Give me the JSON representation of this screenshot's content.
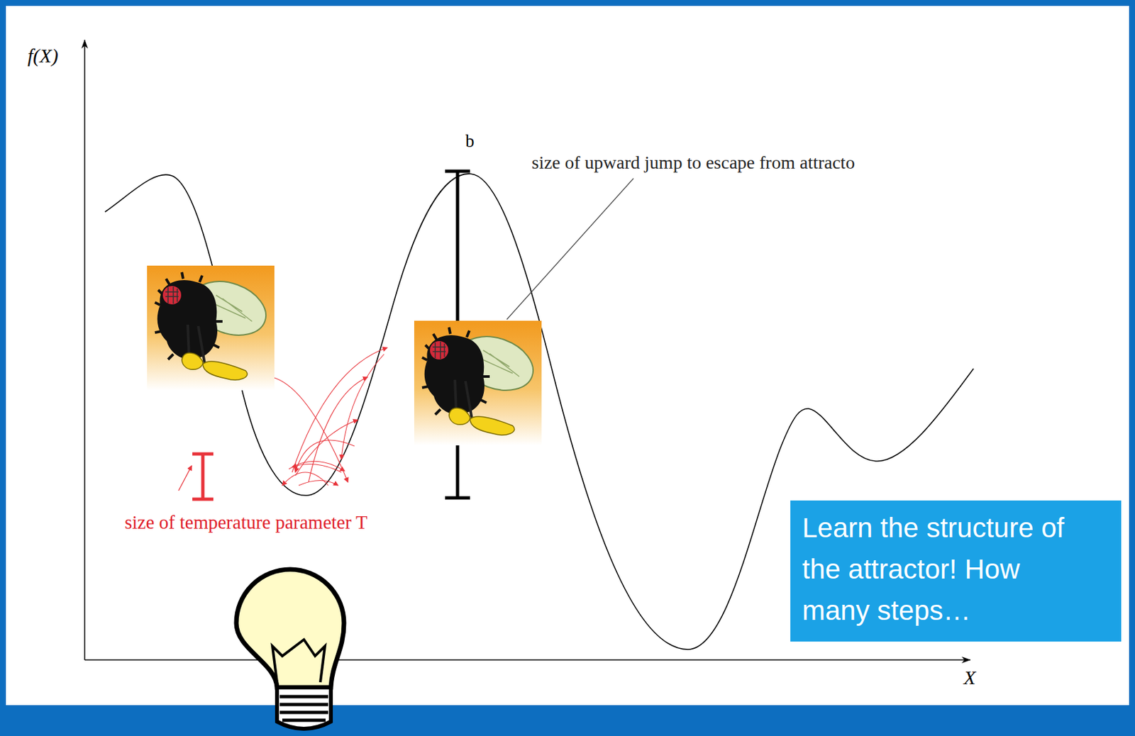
{
  "diagram": {
    "nodes": [
      {
        "text": [
          "Learn the structure of the attractor! How many steps…"
        ]
      }
    ],
    "labels": [
      "f(X)",
      "X",
      "b",
      "size of upward jump to escape from attracto",
      "size of temperature parameter T"
    ]
  }
}
